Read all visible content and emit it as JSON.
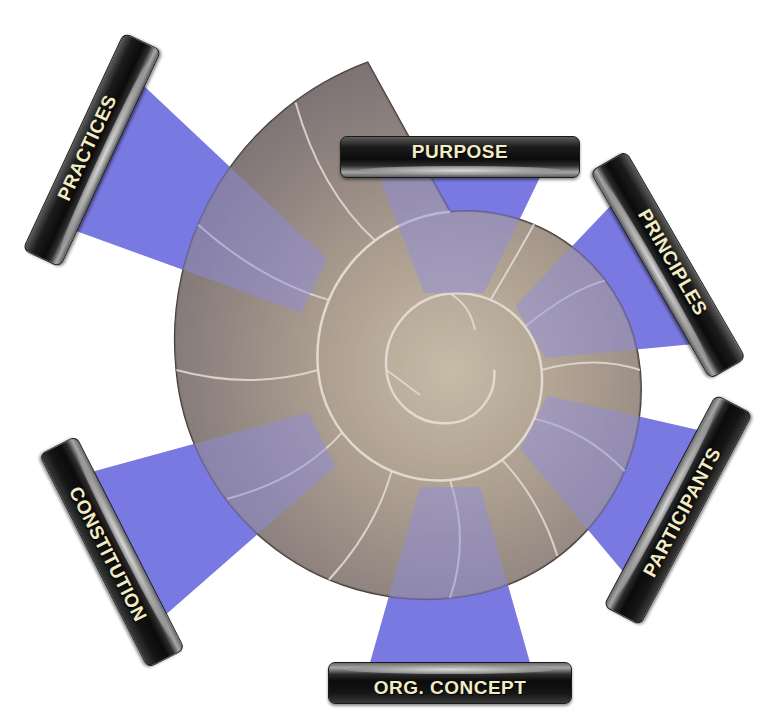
{
  "diagram": {
    "nodes": [
      {
        "text": [
          "PURPOSE"
        ]
      },
      {
        "text": [
          "PRINCIPLES"
        ]
      },
      {
        "text": [
          "PARTICIPANTS"
        ]
      },
      {
        "text": [
          "ORG. CONCEPT"
        ]
      },
      {
        "text": [
          "CONSTITUTION"
        ]
      },
      {
        "text": [
          "PRACTICES"
        ]
      }
    ]
  }
}
